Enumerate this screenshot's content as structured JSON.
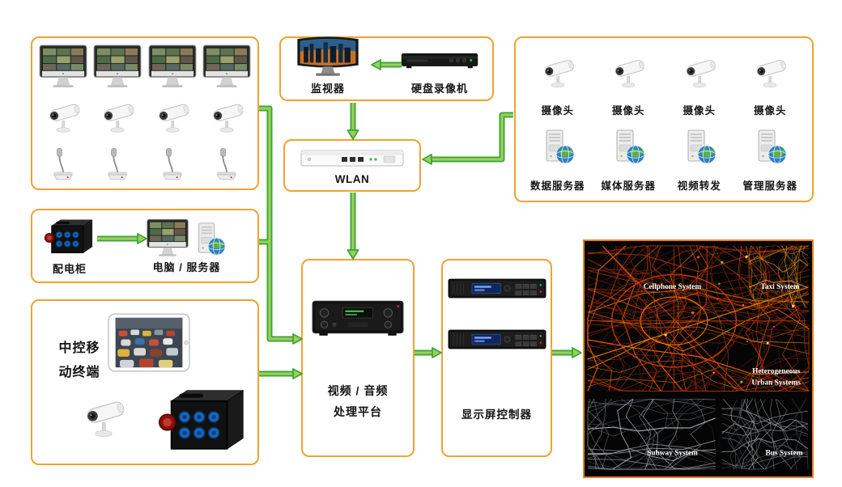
{
  "colors": {
    "box_border": "#F0A232",
    "map_border": "#ED7D23",
    "arrow_outline": "#3BA53B",
    "arrow_fill": "#9CD05A"
  },
  "display_group": {
    "monitor_label": "监视器",
    "dvr_label": "硬盘录像机"
  },
  "camera_server_group": {
    "camera_labels": [
      "摄像头",
      "摄像头",
      "摄像头",
      "摄像头"
    ],
    "server_labels": [
      "数据服务器",
      "媒体服务器",
      "视频转发",
      "管理服务器"
    ]
  },
  "wlan": {
    "label": "WLAN"
  },
  "power_group": {
    "cabinet_label": "配电柜",
    "computer_label": "电脑 / 服务器"
  },
  "mobile_group": {
    "label_line1": "中控移",
    "label_line2": "动终端"
  },
  "processor": {
    "label_line1": "视频 / 音频",
    "label_line2": "处理平台"
  },
  "controller": {
    "label": "显示屏控制器"
  },
  "map": {
    "labels": {
      "cellphone": "Cellphone System",
      "taxi": "Taxi System",
      "hetero_line1": "Heterogeneous",
      "hetero_line2": "Urban Systems",
      "subway": "Subway System",
      "bus": "Bus System"
    }
  }
}
